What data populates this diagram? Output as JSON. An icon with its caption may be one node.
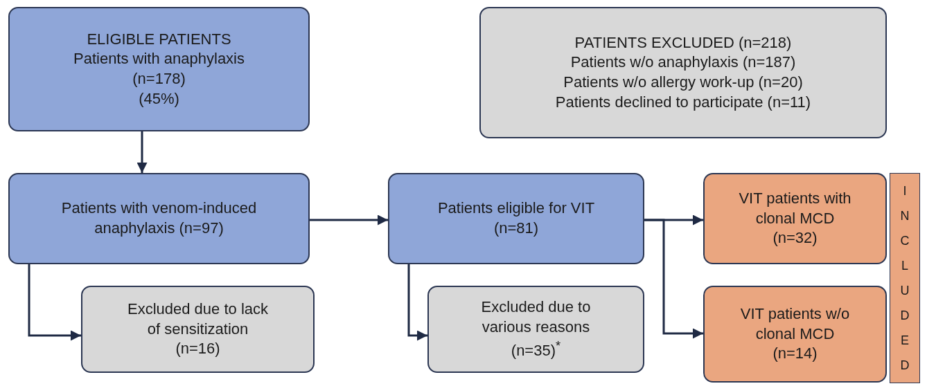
{
  "diagram": {
    "nodes": [
      {
        "text": [
          "ELIGIBLE PATIENTS",
          "Patients with anaphylaxis",
          "(n=178)",
          "(45%)"
        ]
      },
      {
        "text": [
          "PATIENTS EXCLUDED (n=218)",
          "Patients w/o anaphylaxis (n=187)",
          "Patients w/o allergy work-up (n=20)",
          "Patients declined to participate (n=11)"
        ]
      },
      {
        "text": [
          "Patients with venom-induced anaphylaxis (n=97)"
        ]
      },
      {
        "text": [
          "Excluded due to lack of sensitization (n=16)"
        ]
      },
      {
        "text": [
          "Patients eligible for VIT (n=81)"
        ]
      },
      {
        "text": [
          "Excluded due to various reasons (n=35)$^{*}$"
        ]
      },
      {
        "text": [
          "VIT patients with clonal MCD (n=32)"
        ]
      },
      {
        "text": [
          "VIT patients w/o clonal MCD (n=14)"
        ]
      },
      {
        "text": [
          "INCLUDED"
        ]
      }
    ],
    "edges": [
      {
        "from": 0,
        "to": 2,
        "arrow": "to"
      },
      {
        "from": 2,
        "to": 3,
        "arrow": "to"
      },
      {
        "from": 2,
        "to": 4,
        "arrow": "to"
      },
      {
        "from": 4,
        "to": 5,
        "arrow": "to"
      },
      {
        "from": 4,
        "to": 6,
        "arrow": "to"
      },
      {
        "from": 4,
        "to": 7,
        "arrow": "to"
      }
    ]
  }
}
